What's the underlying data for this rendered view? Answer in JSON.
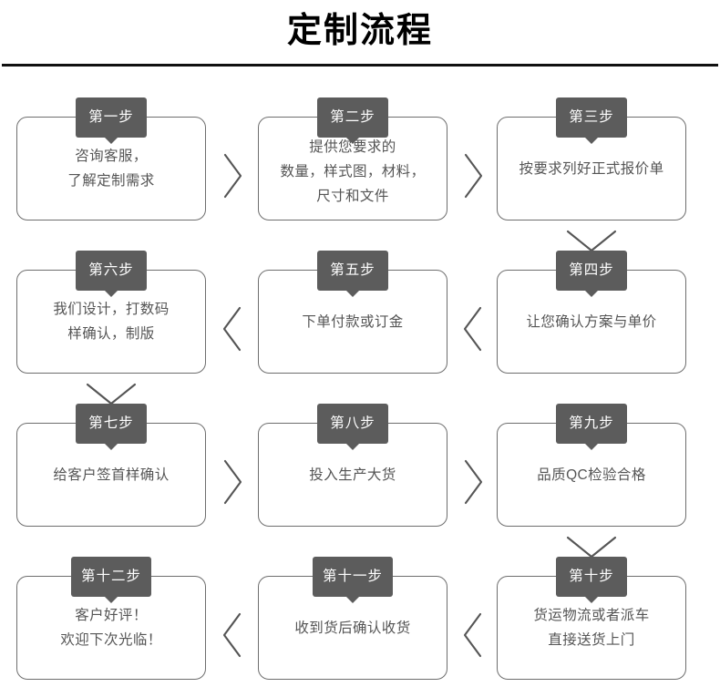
{
  "header": {
    "title": "定制流程"
  },
  "colors": {
    "badge_bg": "#5c5c5c",
    "badge_text": "#ffffff",
    "card_border": "#6e6e6e",
    "card_text": "#555555",
    "title_text": "#000000",
    "rule": "#111111",
    "background": "#ffffff"
  },
  "flow": {
    "rows": [
      {
        "direction": "left-to-right",
        "cells": [
          {
            "badge": "第一步",
            "lines": [
              "咨询客服，",
              "了解定制需求"
            ]
          },
          {
            "badge": "第二步",
            "lines": [
              "提供您要求的",
              "数量，样式图，材料，",
              "尺寸和文件"
            ]
          },
          {
            "badge": "第三步",
            "lines": [
              "按要求列好正式报价单"
            ]
          }
        ],
        "h_connectors": [
          "chevron-right-icon",
          "chevron-right-icon"
        ],
        "v_connector": {
          "column": 2,
          "icon": "chevron-down-icon"
        }
      },
      {
        "direction": "right-to-left",
        "cells": [
          {
            "badge": "第六步",
            "lines": [
              "我们设计，打数码",
              "样确认，制版"
            ]
          },
          {
            "badge": "第五步",
            "lines": [
              "下单付款或订金"
            ]
          },
          {
            "badge": "第四步",
            "lines": [
              "让您确认方案与单价"
            ]
          }
        ],
        "h_connectors": [
          "chevron-left-icon",
          "chevron-left-icon"
        ],
        "v_connector": {
          "column": 0,
          "icon": "chevron-down-icon"
        }
      },
      {
        "direction": "left-to-right",
        "cells": [
          {
            "badge": "第七步",
            "lines": [
              "给客户签首样确认"
            ]
          },
          {
            "badge": "第八步",
            "lines": [
              "投入生产大货"
            ]
          },
          {
            "badge": "第九步",
            "lines": [
              "品质QC检验合格"
            ]
          }
        ],
        "h_connectors": [
          "chevron-right-icon",
          "chevron-right-icon"
        ],
        "v_connector": {
          "column": 2,
          "icon": "chevron-down-icon"
        }
      },
      {
        "direction": "right-to-left",
        "cells": [
          {
            "badge": "第十二步",
            "lines": [
              "客户好评！",
              "欢迎下次光临！"
            ]
          },
          {
            "badge": "第十一步",
            "lines": [
              "收到货后确认收货"
            ]
          },
          {
            "badge": "第十步",
            "lines": [
              "货运物流或者派车",
              "直接送货上门"
            ]
          }
        ],
        "h_connectors": [
          "chevron-left-icon",
          "chevron-left-icon"
        ],
        "v_connector": null
      }
    ]
  }
}
